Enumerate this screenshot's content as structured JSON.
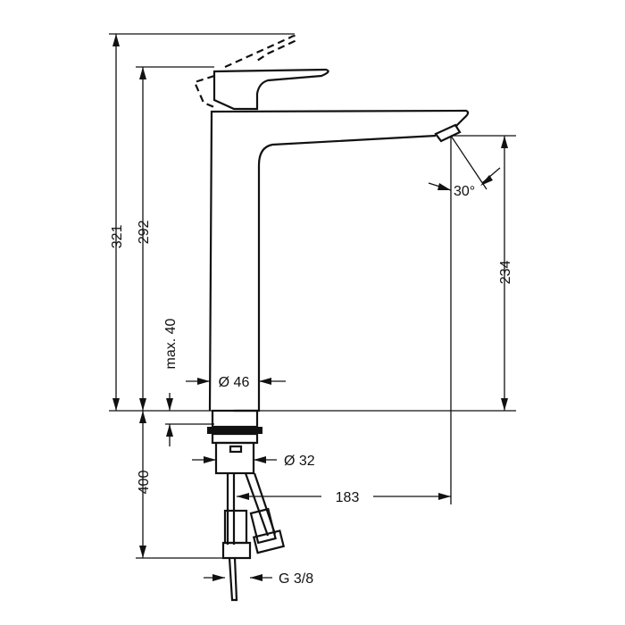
{
  "title": "Basin mixer dimension drawing",
  "dimensions": {
    "total_height": "321",
    "handle_height": "292",
    "max_thickness": "max. 40",
    "body_diameter": "Ø 46",
    "spray_angle": "30°",
    "spout_height": "234",
    "hose_length": "400",
    "shank_diameter": "Ø 32",
    "projection": "183",
    "thread": "G 3/8"
  }
}
